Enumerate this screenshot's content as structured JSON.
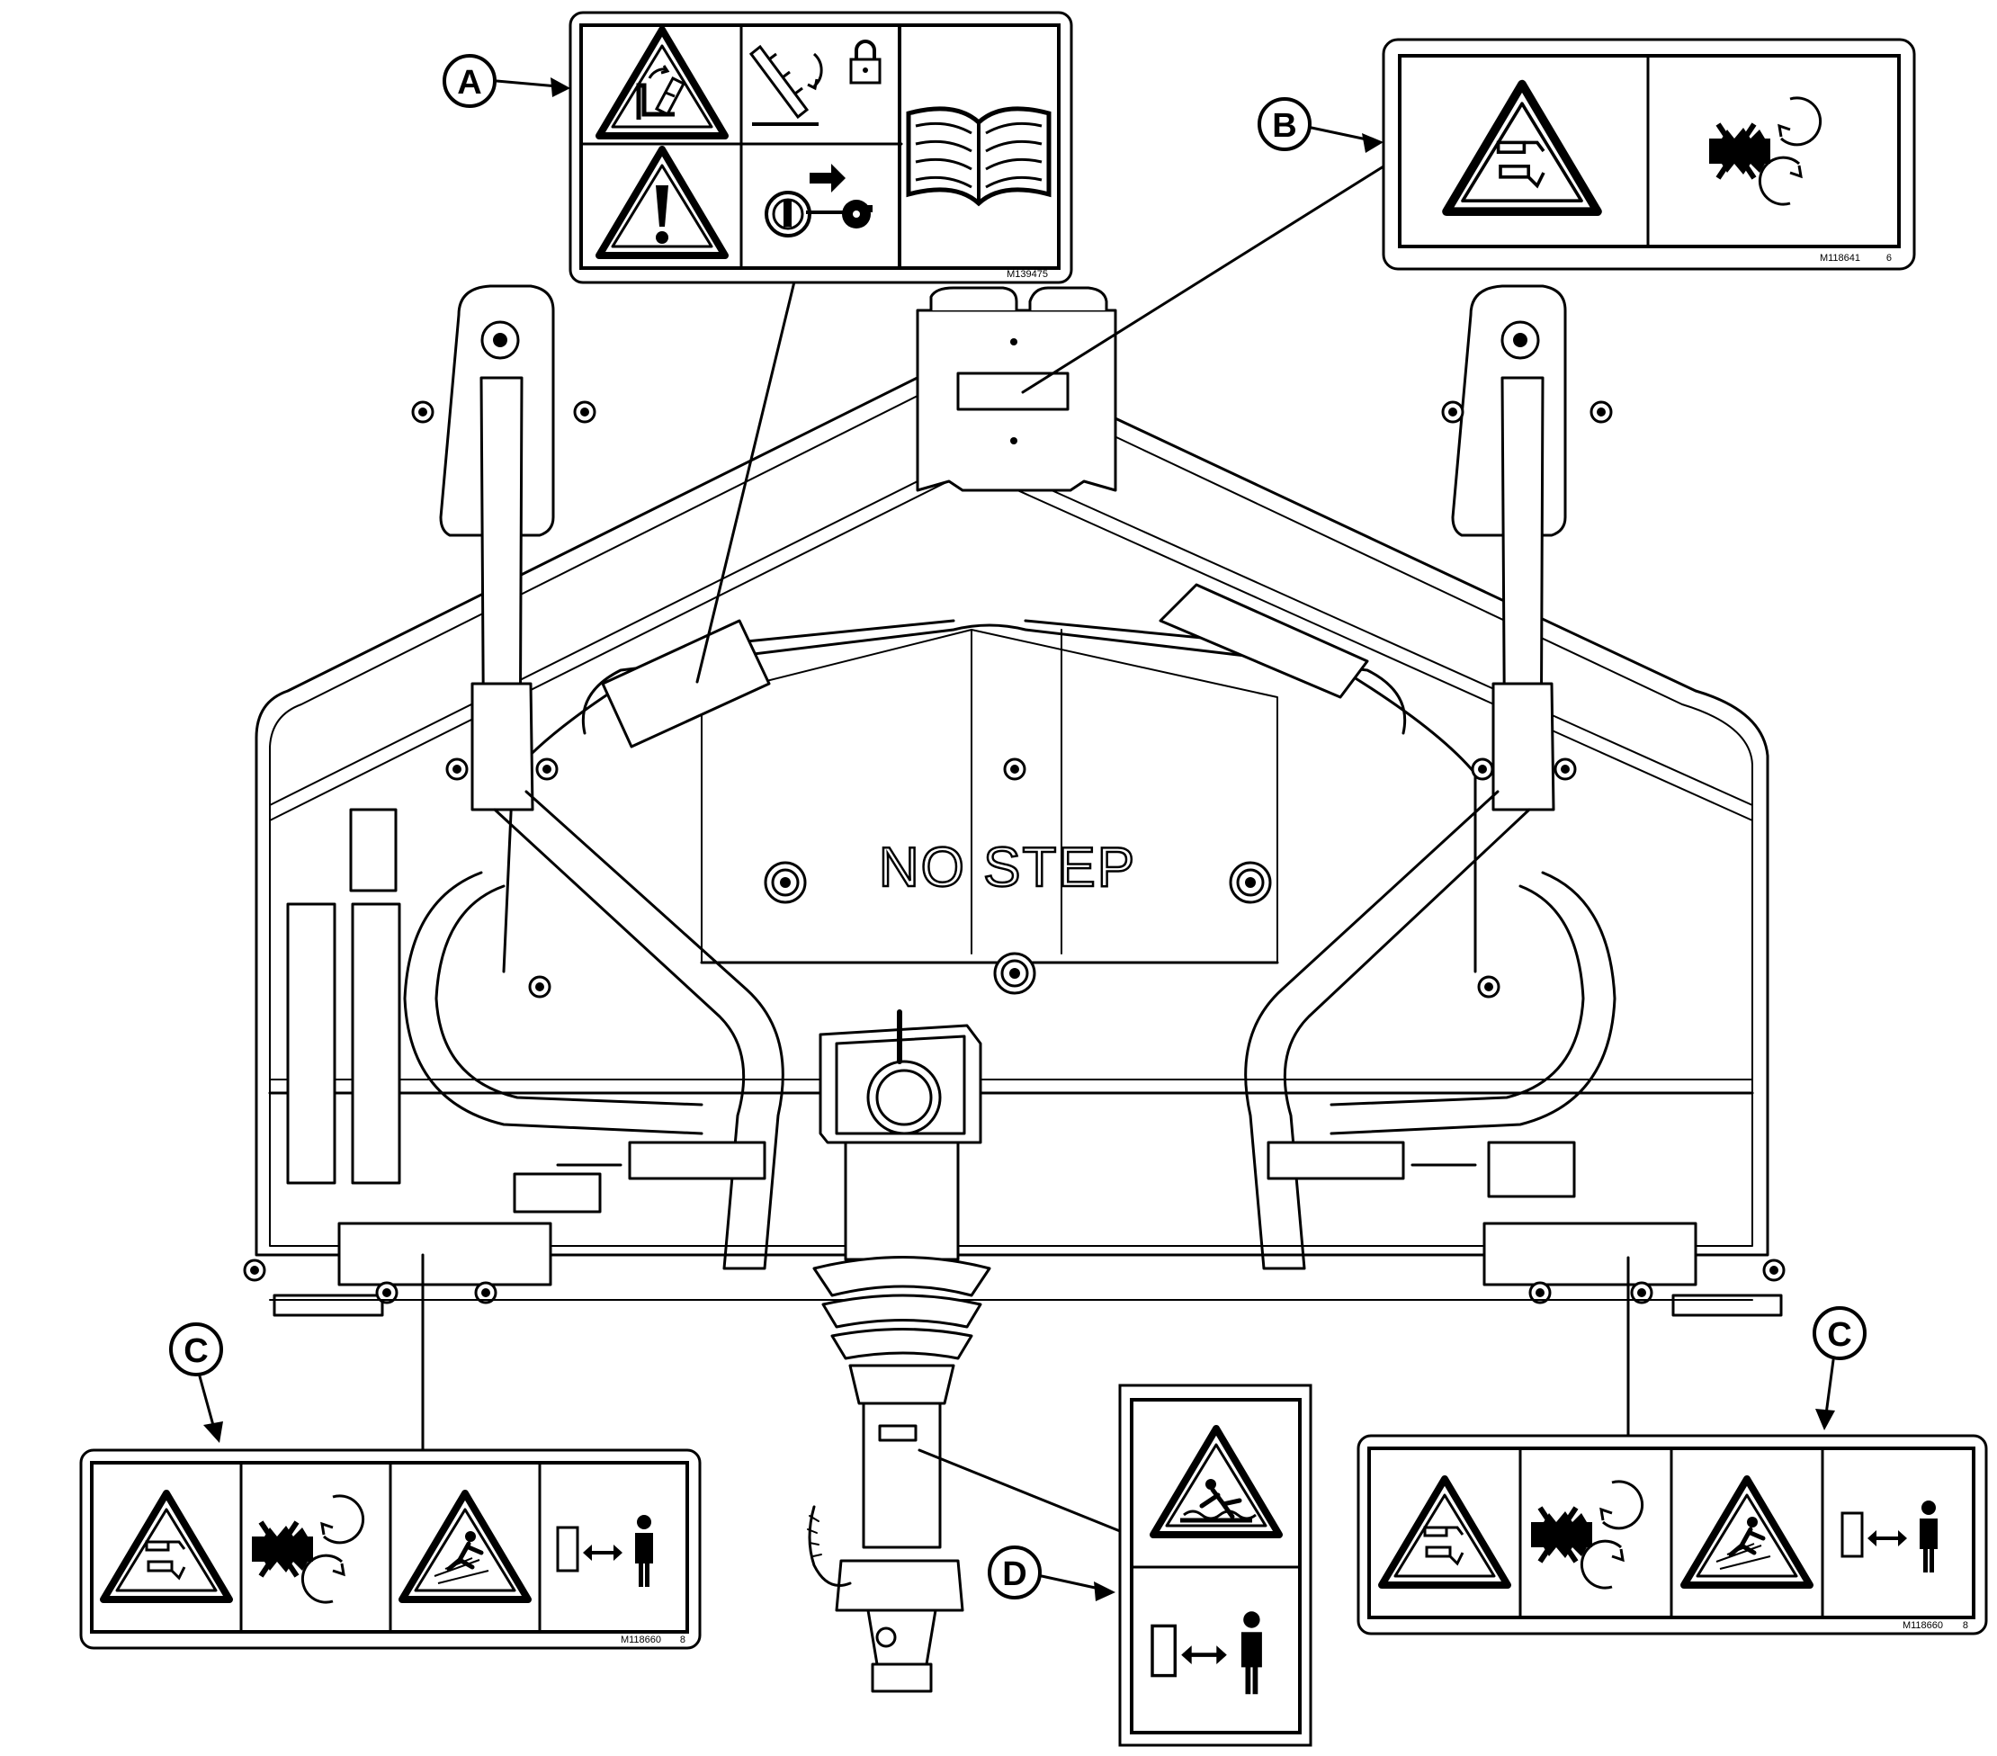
{
  "machine": {
    "deck_label": "NO STEP"
  },
  "callouts": [
    {
      "id": "A",
      "label": "A"
    },
    {
      "id": "B",
      "label": "B"
    },
    {
      "id": "C-left",
      "label": "C"
    },
    {
      "id": "C-right",
      "label": "C"
    },
    {
      "id": "D",
      "label": "D"
    }
  ],
  "decals": {
    "A": {
      "part_number": "M139475",
      "icons": [
        "tilt-hazard-icon",
        "lower-lock-icon",
        "manual-icon",
        "alert-icon",
        "remove-key-icon"
      ]
    },
    "B": {
      "part_number": "M118641",
      "revision": "6",
      "icons": [
        "shear-hazard-icon",
        "keep-hands-clear-icon"
      ]
    },
    "C_left": {
      "part_number": "M118660",
      "revision": "8",
      "icons": [
        "shear-hazard-icon",
        "keep-hands-clear-icon",
        "thrown-object-icon",
        "keep-distance-icon"
      ]
    },
    "C_right": {
      "part_number": "M118660",
      "revision": "8",
      "icons": [
        "shear-hazard-icon",
        "keep-hands-clear-icon",
        "thrown-object-icon",
        "keep-distance-icon"
      ]
    },
    "D": {
      "icons": [
        "entanglement-icon",
        "keep-distance-icon"
      ]
    }
  }
}
